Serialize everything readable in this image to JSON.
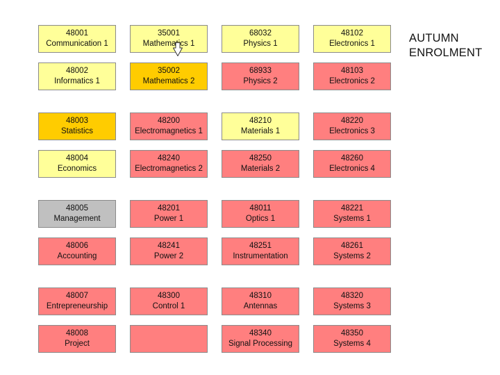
{
  "title": {
    "line1": "AUTUMN",
    "line2": "ENROLMENT"
  },
  "colors": {
    "yellow": "#ffff99",
    "orange": "#ffcc00",
    "gray": "#c0c0c0",
    "red": "#ff7f7f"
  },
  "rows": [
    [
      {
        "code": "48001",
        "name": "Communication 1",
        "color": "yellow"
      },
      {
        "code": "35001",
        "name": "Mathematics 1",
        "color": "yellow"
      },
      {
        "code": "68032",
        "name": "Physics 1",
        "color": "yellow"
      },
      {
        "code": "48102",
        "name": "Electronics 1",
        "color": "yellow"
      }
    ],
    [
      {
        "code": "48002",
        "name": "Informatics 1",
        "color": "yellow"
      },
      {
        "code": "35002",
        "name": "Mathematics 2",
        "color": "orange"
      },
      {
        "code": "68933",
        "name": "Physics 2",
        "color": "red"
      },
      {
        "code": "48103",
        "name": "Electronics 2",
        "color": "red"
      }
    ],
    [
      {
        "code": "48003",
        "name": "Statistics",
        "color": "orange"
      },
      {
        "code": "48200",
        "name": "Electromagnetics 1",
        "color": "red"
      },
      {
        "code": "48210",
        "name": "Materials 1",
        "color": "yellow"
      },
      {
        "code": "48220",
        "name": "Electronics 3",
        "color": "red"
      }
    ],
    [
      {
        "code": "48004",
        "name": "Economics",
        "color": "yellow"
      },
      {
        "code": "48240",
        "name": "Electromagnetics 2",
        "color": "red"
      },
      {
        "code": "48250",
        "name": "Materials 2",
        "color": "red"
      },
      {
        "code": "48260",
        "name": "Electronics 4",
        "color": "red"
      }
    ],
    [
      {
        "code": "48005",
        "name": "Management",
        "color": "gray"
      },
      {
        "code": "48201",
        "name": "Power 1",
        "color": "red"
      },
      {
        "code": "48011",
        "name": "Optics 1",
        "color": "red"
      },
      {
        "code": "48221",
        "name": "Systems 1",
        "color": "red"
      }
    ],
    [
      {
        "code": "48006",
        "name": "Accounting",
        "color": "red"
      },
      {
        "code": "48241",
        "name": "Power 2",
        "color": "red"
      },
      {
        "code": "48251",
        "name": "Instrumentation",
        "color": "red"
      },
      {
        "code": "48261",
        "name": "Systems 2",
        "color": "red"
      }
    ],
    [
      {
        "code": "48007",
        "name": "Entrepreneurship",
        "color": "red"
      },
      {
        "code": "48300",
        "name": "Control 1",
        "color": "red"
      },
      {
        "code": "48310",
        "name": "Antennas",
        "color": "red"
      },
      {
        "code": "48320",
        "name": "Systems  3",
        "color": "red"
      }
    ],
    [
      {
        "code": "48008",
        "name": "Project",
        "color": "red"
      },
      {
        "code": "",
        "name": "",
        "color": "red"
      },
      {
        "code": "48340",
        "name": "Signal Processing",
        "color": "red"
      },
      {
        "code": "48350",
        "name": "Systems 4",
        "color": "red"
      }
    ]
  ]
}
